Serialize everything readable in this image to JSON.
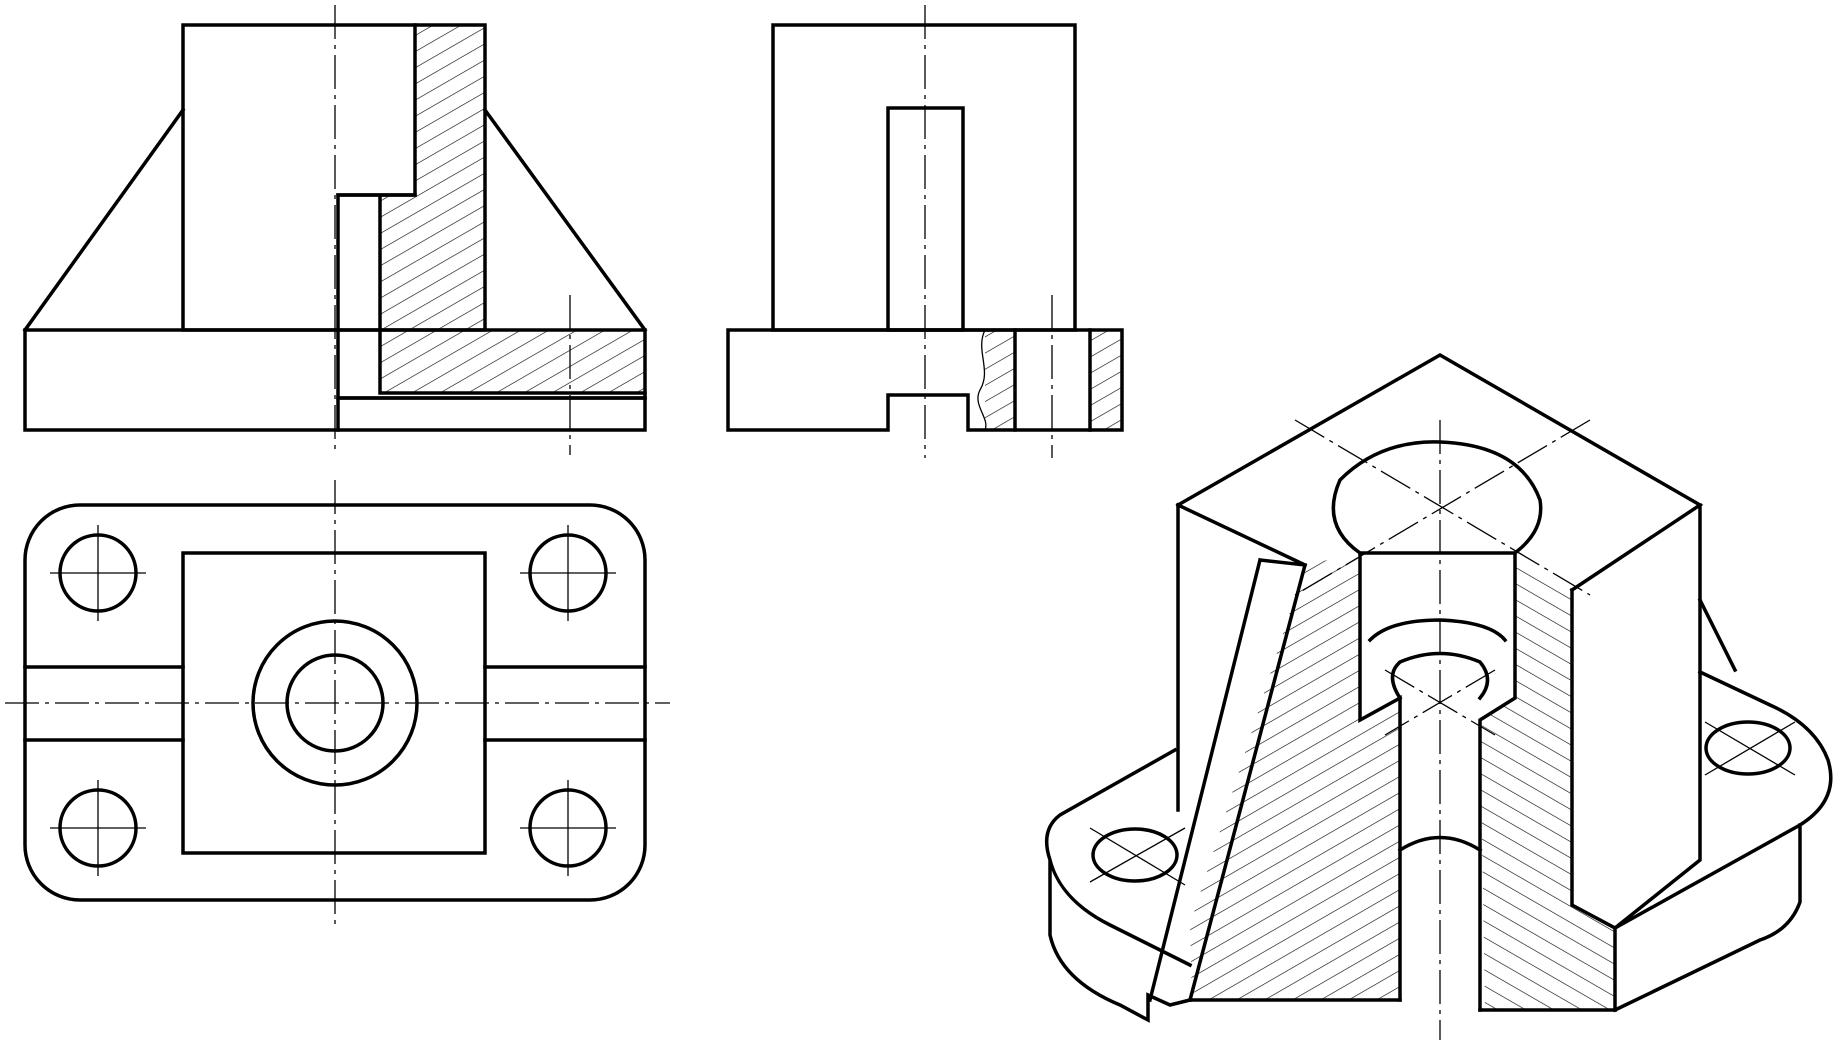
{
  "drawing": {
    "views": [
      "front-section-view",
      "side-section-view",
      "top-view",
      "isometric-cutaway-view"
    ],
    "colors": {
      "line": "#000000",
      "background": "#ffffff"
    },
    "hatch_angle_deg": 60
  }
}
